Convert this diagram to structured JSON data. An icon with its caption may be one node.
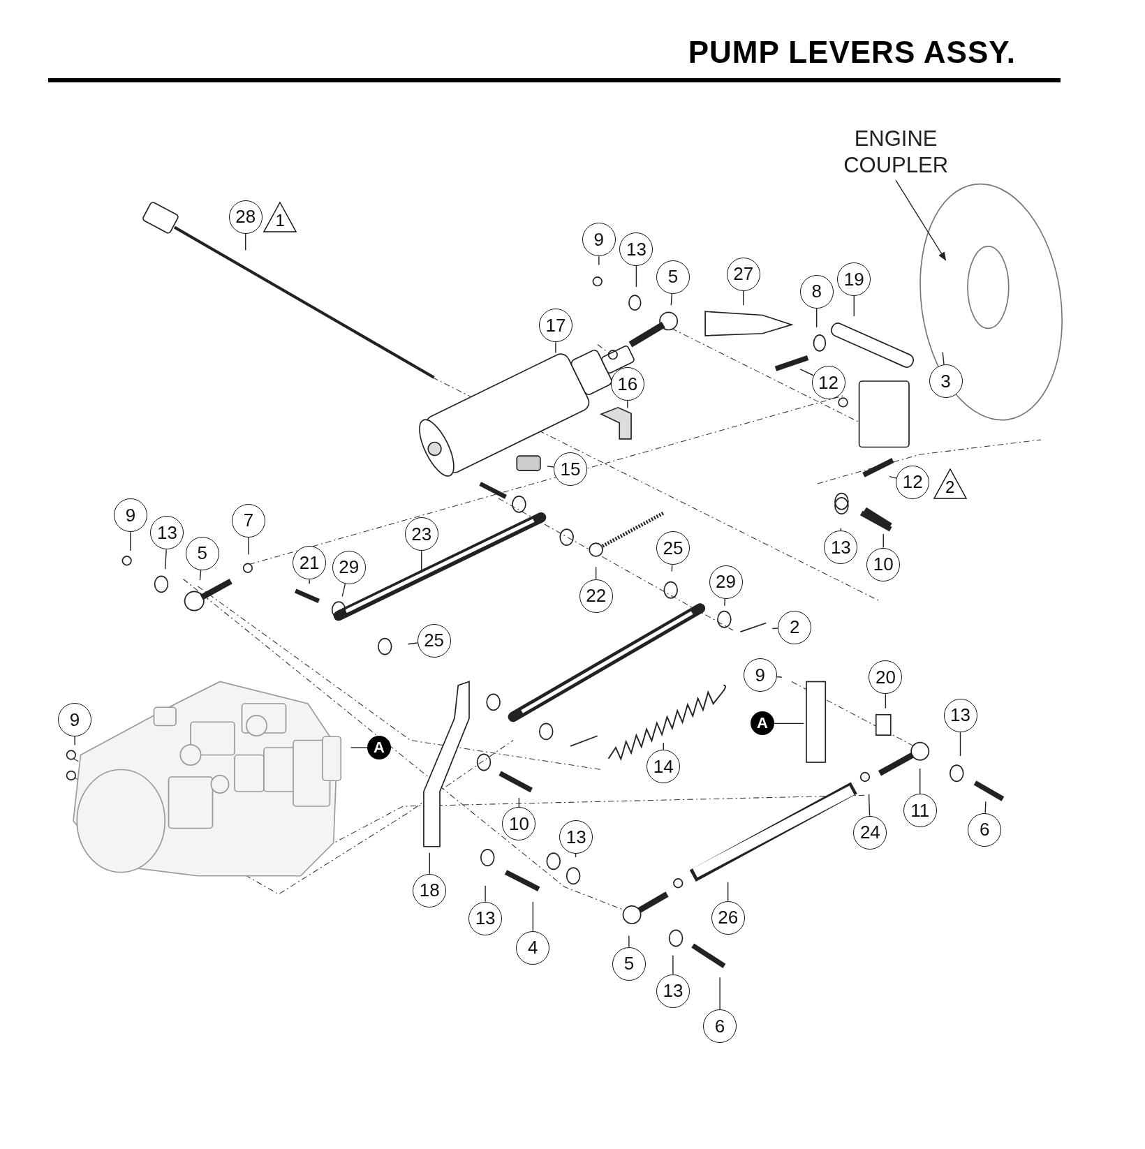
{
  "diagram": {
    "title": "PUMP LEVERS ASSY.",
    "nodes": [
      {
        "text": [
          "ENGINE COUPLER"
        ]
      },
      {
        "text": [
          "28"
        ]
      },
      {
        "text": [
          "1"
        ]
      },
      {
        "text": [
          "9"
        ]
      },
      {
        "text": [
          "13"
        ]
      },
      {
        "text": [
          "5"
        ]
      },
      {
        "text": [
          "27"
        ]
      },
      {
        "text": [
          "8"
        ]
      },
      {
        "text": [
          "19"
        ]
      },
      {
        "text": [
          "17"
        ]
      },
      {
        "text": [
          "16"
        ]
      },
      {
        "text": [
          "12"
        ]
      },
      {
        "text": [
          "3"
        ]
      },
      {
        "text": [
          "15"
        ]
      },
      {
        "text": [
          "12"
        ]
      },
      {
        "text": [
          "2"
        ]
      },
      {
        "text": [
          "9"
        ]
      },
      {
        "text": [
          "13"
        ]
      },
      {
        "text": [
          "5"
        ]
      },
      {
        "text": [
          "7"
        ]
      },
      {
        "text": [
          "23"
        ]
      },
      {
        "text": [
          "25"
        ]
      },
      {
        "text": [
          "13"
        ]
      },
      {
        "text": [
          "10"
        ]
      },
      {
        "text": [
          "21"
        ]
      },
      {
        "text": [
          "29"
        ]
      },
      {
        "text": [
          "22"
        ]
      },
      {
        "text": [
          "29"
        ]
      },
      {
        "text": [
          "2"
        ]
      },
      {
        "text": [
          "25"
        ]
      },
      {
        "text": [
          "9"
        ]
      },
      {
        "text": [
          "20"
        ]
      },
      {
        "text": [
          "A"
        ]
      },
      {
        "text": [
          "13"
        ]
      },
      {
        "text": [
          "9"
        ]
      },
      {
        "text": [
          "A"
        ]
      },
      {
        "text": [
          "14"
        ]
      },
      {
        "text": [
          "10"
        ]
      },
      {
        "text": [
          "11"
        ]
      },
      {
        "text": [
          "6"
        ]
      },
      {
        "text": [
          "24"
        ]
      },
      {
        "text": [
          "13"
        ]
      },
      {
        "text": [
          "18"
        ]
      },
      {
        "text": [
          "26"
        ]
      },
      {
        "text": [
          "13"
        ]
      },
      {
        "text": [
          "4"
        ]
      },
      {
        "text": [
          "5"
        ]
      },
      {
        "text": [
          "13"
        ]
      },
      {
        "text": [
          "6"
        ]
      }
    ],
    "edges": [
      {
        "from": 0,
        "to": null,
        "arrow": "to"
      },
      {
        "from": 1,
        "to": null,
        "arrow": "none"
      },
      {
        "from": 3,
        "to": null,
        "arrow": "none"
      },
      {
        "from": 4,
        "to": null,
        "arrow": "none"
      },
      {
        "from": 5,
        "to": null,
        "arrow": "none"
      },
      {
        "from": 6,
        "to": null,
        "arrow": "none"
      },
      {
        "from": 7,
        "to": null,
        "arrow": "none"
      },
      {
        "from": 8,
        "to": null,
        "arrow": "none"
      },
      {
        "from": 9,
        "to": null,
        "arrow": "none"
      },
      {
        "from": 10,
        "to": null,
        "arrow": "none"
      },
      {
        "from": 11,
        "to": null,
        "arrow": "none"
      },
      {
        "from": 12,
        "to": null,
        "arrow": "none"
      },
      {
        "from": 13,
        "to": null,
        "arrow": "none"
      },
      {
        "from": 14,
        "to": null,
        "arrow": "none"
      },
      {
        "from": 16,
        "to": null,
        "arrow": "none"
      },
      {
        "from": 17,
        "to": null,
        "arrow": "none"
      },
      {
        "from": 18,
        "to": null,
        "arrow": "none"
      },
      {
        "from": 19,
        "to": null,
        "arrow": "none"
      },
      {
        "from": 20,
        "to": null,
        "arrow": "none"
      },
      {
        "from": 21,
        "to": null,
        "arrow": "none"
      },
      {
        "from": 22,
        "to": null,
        "arrow": "none"
      },
      {
        "from": 23,
        "to": null,
        "arrow": "none"
      },
      {
        "from": 24,
        "to": null,
        "arrow": "none"
      },
      {
        "from": 25,
        "to": null,
        "arrow": "none"
      },
      {
        "from": 26,
        "to": null,
        "arrow": "none"
      },
      {
        "from": 27,
        "to": null,
        "arrow": "none"
      },
      {
        "from": 28,
        "to": null,
        "arrow": "none"
      },
      {
        "from": 29,
        "to": null,
        "arrow": "none"
      },
      {
        "from": 30,
        "to": null,
        "arrow": "none"
      },
      {
        "from": 31,
        "to": null,
        "arrow": "none"
      },
      {
        "from": 32,
        "to": null,
        "arrow": "none"
      },
      {
        "from": 33,
        "to": null,
        "arrow": "none"
      },
      {
        "from": 34,
        "to": null,
        "arrow": "none"
      },
      {
        "from": 35,
        "to": null,
        "arrow": "none"
      },
      {
        "from": 36,
        "to": null,
        "arrow": "none"
      },
      {
        "from": 37,
        "to": null,
        "arrow": "none"
      },
      {
        "from": 38,
        "to": null,
        "arrow": "none"
      },
      {
        "from": 39,
        "to": null,
        "arrow": "none"
      },
      {
        "from": 40,
        "to": null,
        "arrow": "none"
      },
      {
        "from": 41,
        "to": null,
        "arrow": "none"
      },
      {
        "from": 42,
        "to": null,
        "arrow": "none"
      },
      {
        "from": 43,
        "to": null,
        "arrow": "none"
      },
      {
        "from": 44,
        "to": null,
        "arrow": "none"
      },
      {
        "from": 45,
        "to": null,
        "arrow": "none"
      },
      {
        "from": 46,
        "to": null,
        "arrow": "none"
      },
      {
        "from": 47,
        "to": null,
        "arrow": "none"
      },
      {
        "from": 48,
        "to": null,
        "arrow": "none"
      }
    ]
  }
}
